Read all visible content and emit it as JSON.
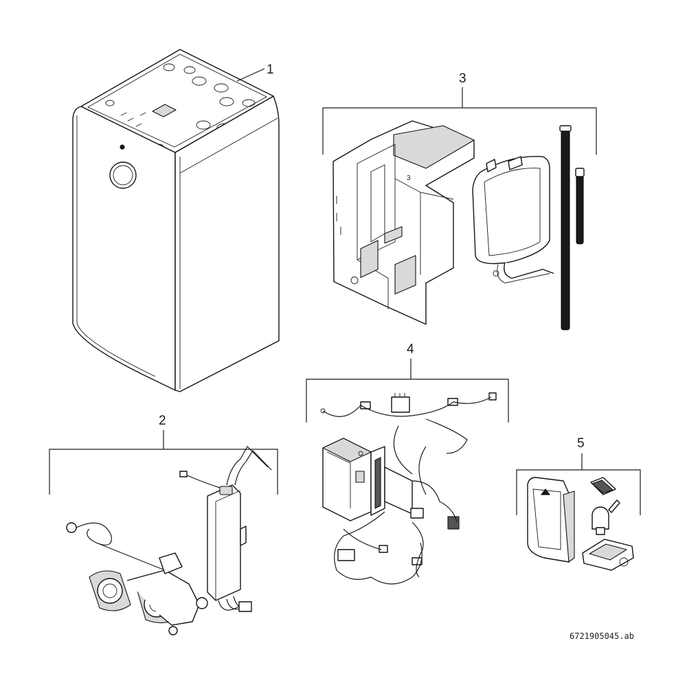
{
  "diagram": {
    "callouts": [
      {
        "id": "1",
        "label": "1"
      },
      {
        "id": "2",
        "label": "2"
      },
      {
        "id": "3",
        "label": "3"
      },
      {
        "id": "4",
        "label": "4"
      },
      {
        "id": "5",
        "label": "5"
      }
    ],
    "inner_mark": "3",
    "document_id": "6721905045.ab"
  }
}
